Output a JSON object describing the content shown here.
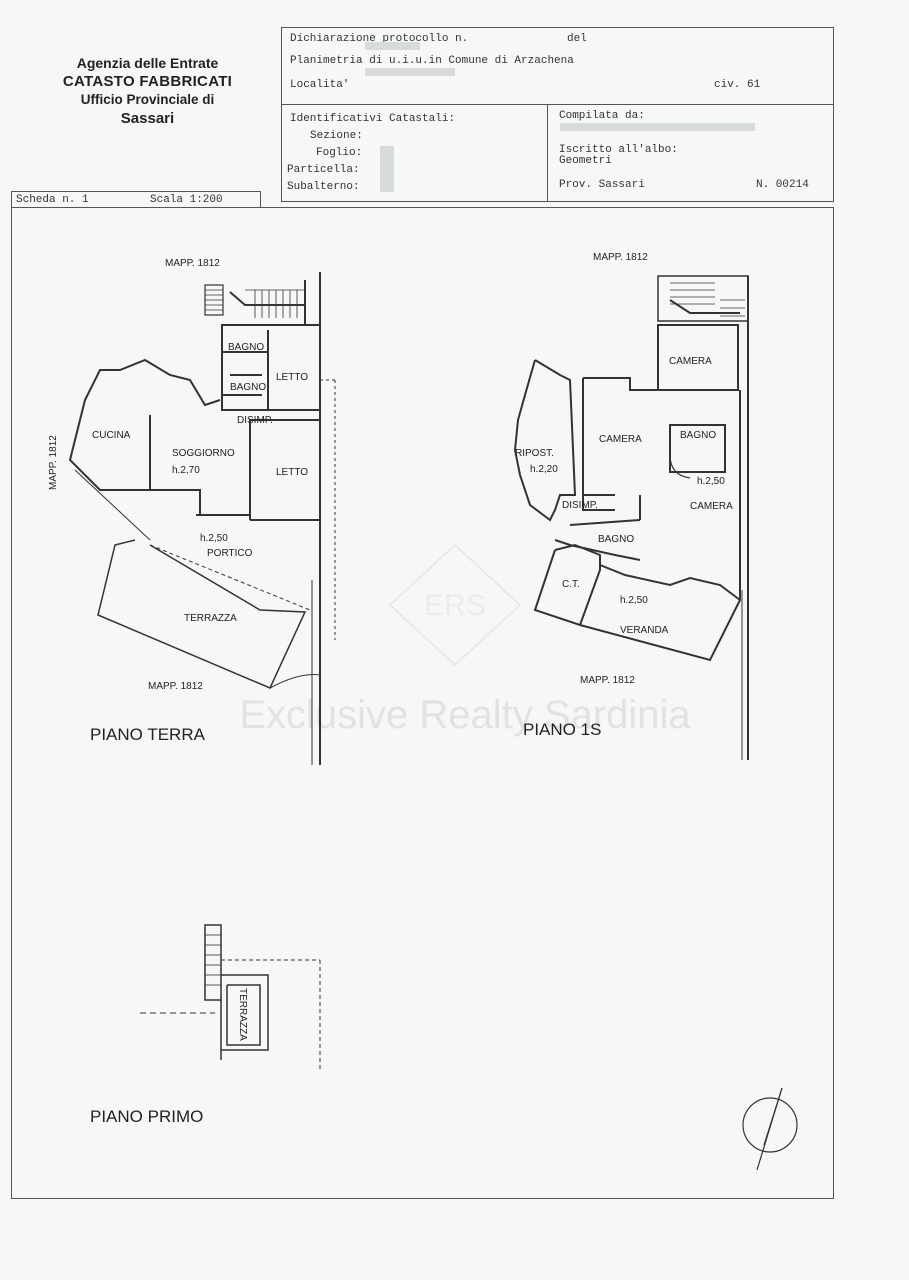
{
  "agency": {
    "line1": "Agenzia delle Entrate",
    "line2": "CATASTO FABBRICATI",
    "line3": "Ufficio Provinciale di",
    "line4": "Sassari"
  },
  "header": {
    "protocol_label": "Dichiarazione protocollo n.",
    "protocol_del": "del",
    "planimetria": "Planimetria di u.i.u.in Comune di Arzachena",
    "localita_label": "Localita'",
    "civico": "civ. 61",
    "identificativi_label": "Identificativi Catastali:",
    "sezione_label": "Sezione:",
    "foglio_label": "Foglio:",
    "particella_label": "Particella:",
    "subalterno_label": "Subalterno:",
    "compilata_label": "Compilata da:",
    "iscritto_label": "Iscritto all'albo:",
    "iscritto_value": "Geometri",
    "prov_label": "Prov. Sassari",
    "numero": "N. 00214"
  },
  "scheda": {
    "scheda_label": "Scheda n. 1",
    "scala_label": "Scala 1:200"
  },
  "plan": {
    "mapp": "MAPP. 1812",
    "terra": {
      "title": "PIANO TERRA",
      "rooms": {
        "bagno": "BAGNO",
        "letto": "LETTO",
        "disimp": "DISIMP.",
        "cucina": "CUCINA",
        "soggiorno": "SOGGIORNO",
        "h270": "h.2,70",
        "h250": "h.2,50",
        "portico": "PORTICO",
        "terrazza": "TERRAZZA"
      }
    },
    "s1": {
      "title": "PIANO 1S",
      "rooms": {
        "camera": "CAMERA",
        "bagno": "BAGNO",
        "ripost": "RIPOST.",
        "h220": "h.2,20",
        "h250": "h.2,50",
        "disimp": "DISIMP.",
        "ct": "C.T.",
        "veranda": "VERANDA"
      }
    },
    "primo": {
      "title": "PIANO PRIMO",
      "terrazza": "TERRAZZA"
    }
  },
  "watermark": {
    "logo": "ERS",
    "text": "Exclusive Realty Sardinia"
  }
}
